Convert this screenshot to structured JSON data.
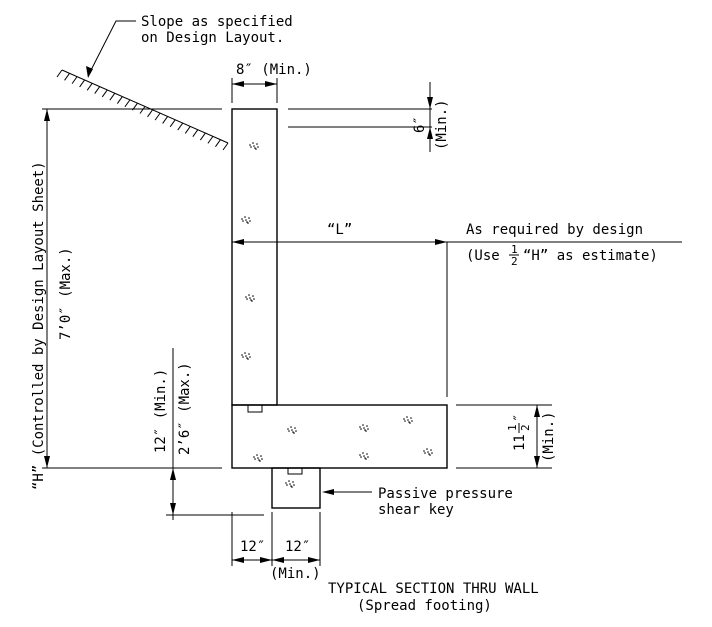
{
  "labels": {
    "slope_line1": "Slope as specified",
    "slope_line2": "on Design Layout.",
    "top_width": "8″ (Min.)",
    "top_offset": "6″",
    "top_offset_min": "(Min.)",
    "left_height_label": "“H” (Controlled by Design Layout Sheet)",
    "left_height_max": "7’0″ (Max.)",
    "heel_length": "“L”",
    "as_required": "As required by design",
    "use_estimate_pre": "(Use",
    "use_estimate_num": "1",
    "use_estimate_den": "2",
    "use_estimate_post": "“H” as estimate)",
    "toe_min": "12″ (Min.)",
    "toe_max": "2’6″ (Max.)",
    "footing_thick_whole": "11",
    "footing_thick_num": "1",
    "footing_thick_den": "2",
    "footing_thick_unit": "″",
    "footing_thick_min": "(Min.)",
    "shear_key_line1": "Passive pressure",
    "shear_key_line2": "shear key",
    "bottom_12a": "12″",
    "bottom_12b": "12″",
    "bottom_min": "(Min.)",
    "title": "TYPICAL SECTION THRU WALL",
    "subtitle": "(Spread footing)"
  }
}
